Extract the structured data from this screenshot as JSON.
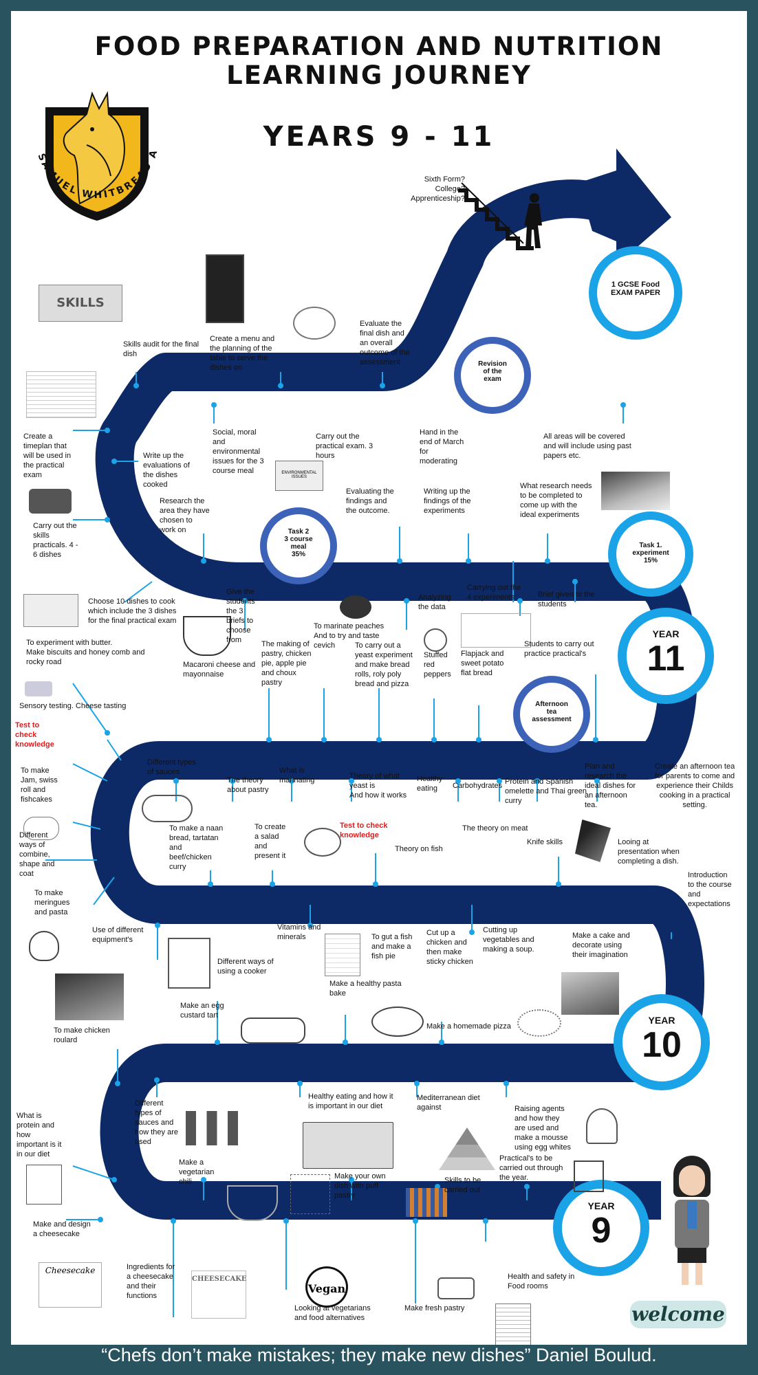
{
  "title": {
    "line1": "FOOD PREPARATION AND NUTRITION",
    "line2": "LEARNING JOURNEY",
    "years": "YEARS 9 - 11"
  },
  "school": {
    "name": "SAMUEL WHITBREAD ACADEMY"
  },
  "top": {
    "next_steps": "Sixth Form?\nCollege?\nApprenticeship?"
  },
  "milestones": {
    "gcse": "1 GCSE Food\nEXAM PAPER",
    "revision": "Revision\nof the\nexam",
    "task2": "Task 2\n3 course\nmeal\n35%",
    "task1": "Task 1.\nexperiment\n15%",
    "afternoon_tea": "Afternoon\ntea\nassessment",
    "y11_word": "YEAR",
    "y11_num": "11",
    "y10_word": "YEAR",
    "y10_num": "10",
    "y9_word": "YEAR",
    "y9_num": "9"
  },
  "labels": {
    "skills_audit": "Skills audit for the final\ndish",
    "create_menu": "Create a menu and\nthe planning of the\ntable  to serve the\ndishes on",
    "evaluate_final": "Evaluate the\nfinal dish and\nan overall\noutcome of the\nassessment",
    "timeplan": "Create a\ntimeplan that\nwill be used in\nthe practical\nexam",
    "write_up_eval": "Write up the\nevaluations of\nthe dishes\ncooked",
    "social_moral": "Social, moral\nand\nenvironmental\nissues for the 3\ncourse meal",
    "carry_out_exam": "Carry out the\npractical exam. 3\nhours",
    "hand_in": "Hand in the\nend of March\nfor\nmoderating",
    "all_areas": "All areas will be covered\nand will include using past\npapers etc.",
    "research_area": "Research the\narea they have\nchosen to\nwork on",
    "evaluating_findings": "Evaluating the\nfindings and\nthe outcome.",
    "writing_up_findings": "Writing up the\nfindings of the\nexperiments",
    "what_research": "What research needs\nto be completed to\ncome up with the\nideal experiments",
    "skills_practicals": "Carry out the\nskills\npracticals.  4 -\n6 dishes",
    "choose_10": "Choose 10 dishes to cook\nwhich include the 3 dishes\nfor the final practical exam",
    "give_students": "Give the\nstudents\nthe 3\nbriefs to\nchoose\nfrom",
    "marinate_peaches": "To marinate peaches\nAnd to try and taste\ncevich",
    "analyzing": "Analyzing\nthe data",
    "carrying_out_4": "Carrying out the\n4 experiments",
    "brief_given": "Brief given to the\nstudents",
    "experiment_butter": "To experiment with  butter.\nMake biscuits and honey comb and\nrocky road",
    "macaroni": "Macaroni cheese and\nmayonnaise",
    "making_pastry": "The making of\npastry, chicken\npie, apple pie\nand choux\npastry",
    "yeast_experiment": "To carry out a\nyeast experiment\nand make bread\nrolls, roly poly\nbread and pizza",
    "stuffed_peppers": "Stuffed\nred\npeppers",
    "flapjack": "Flapjack and\nsweet potato\nflat bread",
    "practice_practicals": "Students to carry out\npractice practical's",
    "sensory": "Sensory testing. Cheese tasting",
    "test_check_1": "Test to\ncheck\nknowledge",
    "different_sauces": "Different types\nof sauces",
    "theory_pastry": "The theory\nabout pastry",
    "what_marinating": "What is\nmarinating",
    "theory_yeast": "Theory of what\nyeast is\nAnd how it works",
    "healthy_eating": "Healthy\neating",
    "carbohydrates": "Carbohydrates",
    "protein_spanish": "Protein and Spanish\nomelette and Thai green\ncurry",
    "plan_research": "Plan and\nresearch the\nideal dishes for\nan afternoon\ntea.",
    "create_afternoon": "Create an afternoon tea\nfor parents to come and\nexperience their Childs\ncooking in a practical\nsetting.",
    "jam_swiss": "To make\nJam, swiss\nroll and\nfishcakes",
    "naan": "To make a naan\nbread, tartatan\nand\nbeef/chicken\ncurry",
    "create_salad": "To create\na salad\nand\npresent it",
    "test_check_2": "Test to check\nknowledge",
    "theory_fish": "Theory on fish",
    "theory_meat": "The theory on meat",
    "knife_skills": "Knife skills",
    "presentation": "Looing at\npresentation when\ncompleting a dish.",
    "combine": "Different\nways of\ncombine,\nshape and\ncoat",
    "introduction": "Introduction\nto the course\nand\nexpectations",
    "meringues": "To make\nmeringues\nand pasta",
    "equipment": "Use of different\nequipment's",
    "cooker": "Different ways of\nusing a cooker",
    "vitamins": "Vitamins and\nminerals",
    "gut_fish": "To gut a fish\nand make a\nfish pie",
    "cut_chicken": "Cut up a\nchicken and\nthen make\nsticky chicken",
    "cutting_veg": "Cutting up\nvegetables and\nmaking a soup.",
    "make_cake": "Make a cake and\ndecorate using\ntheir imagination",
    "pasta_bake": "Make a healthy pasta\nbake",
    "chicken_roulard": "To make chicken\nroulard",
    "egg_custard": "Make an egg\ncustard tart",
    "homemade_pizza": "Make a homemade pizza",
    "protein_diet": "What is\nprotein and\nhow\nimportant is it\nin our diet",
    "sauces_used": "Different\ntypes of\nsauces and\nhow they are\nused",
    "healthy_important": "Healthy eating and how it\nis important in our diet",
    "mediterranean": "Mediterranean diet\nagainst",
    "raising_agents": "Raising agents\nand how they\nare used and\nmake a mousse\nusing egg whites",
    "veg_chili": "Make a\nvegetarian\nchili",
    "puff_pastry": "Make your own\ndish with puff\npastry",
    "skills_carried": "Skills to be\ncarried out",
    "practicals_year": "Practical's to be\ncarried out through\nthe year.",
    "cheesecake": "Make and design\na cheesecake",
    "ingredients_cheesecake": "Ingredients for\na cheesecake\nand their\nfunctions",
    "vegetarians": "Looking at vegetarians\nand food alternatives",
    "fresh_pastry": "Make fresh pastry",
    "health_safety": "Health and safety in\nFood rooms"
  },
  "images": {
    "skills_board": "SKILLS",
    "environmental": "ENVIRONMENTAL ISSUES",
    "vegan": "Vegan",
    "cheesecake_sketch": "CHEESECAKE",
    "cheesecake_book": "Cheesecake",
    "welcome": "welcome"
  },
  "quote": "“Chefs don’t make mistakes; they make new dishes” Daniel Boulud.",
  "colors": {
    "road": "#0e2a66",
    "ring": "#1ba3e8",
    "bg": "#2a5360",
    "red": "#e01b1b"
  }
}
